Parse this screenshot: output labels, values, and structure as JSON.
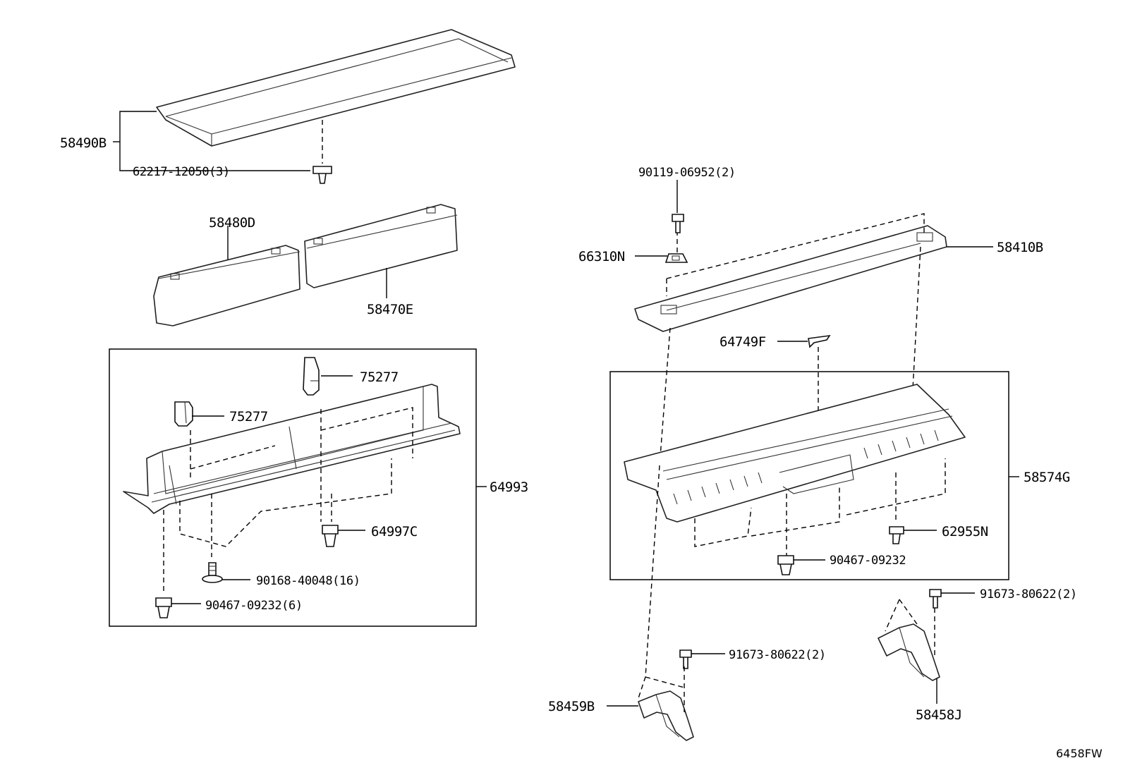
{
  "callouts": {
    "p58490B": "58490B",
    "p62217": "62217-12050(3)",
    "p58480D": "58480D",
    "p58470E": "58470E",
    "p75277a": "75277",
    "p75277b": "75277",
    "p64993": "64993",
    "p64997C": "64997C",
    "p90168": "90168-40048(16)",
    "p90467_6": "90467-09232(6)",
    "p90119": "90119-06952(2)",
    "p66310N": "66310N",
    "p58410B": "58410B",
    "p64749F": "64749F",
    "p58574G": "58574G",
    "p62955N": "62955N",
    "p90467": "90467-09232",
    "p91673a": "91673-80622(2)",
    "p91673b": "91673-80622(2)",
    "p58459B": "58459B",
    "p58458J": "58458J"
  },
  "reference": "6458FW"
}
